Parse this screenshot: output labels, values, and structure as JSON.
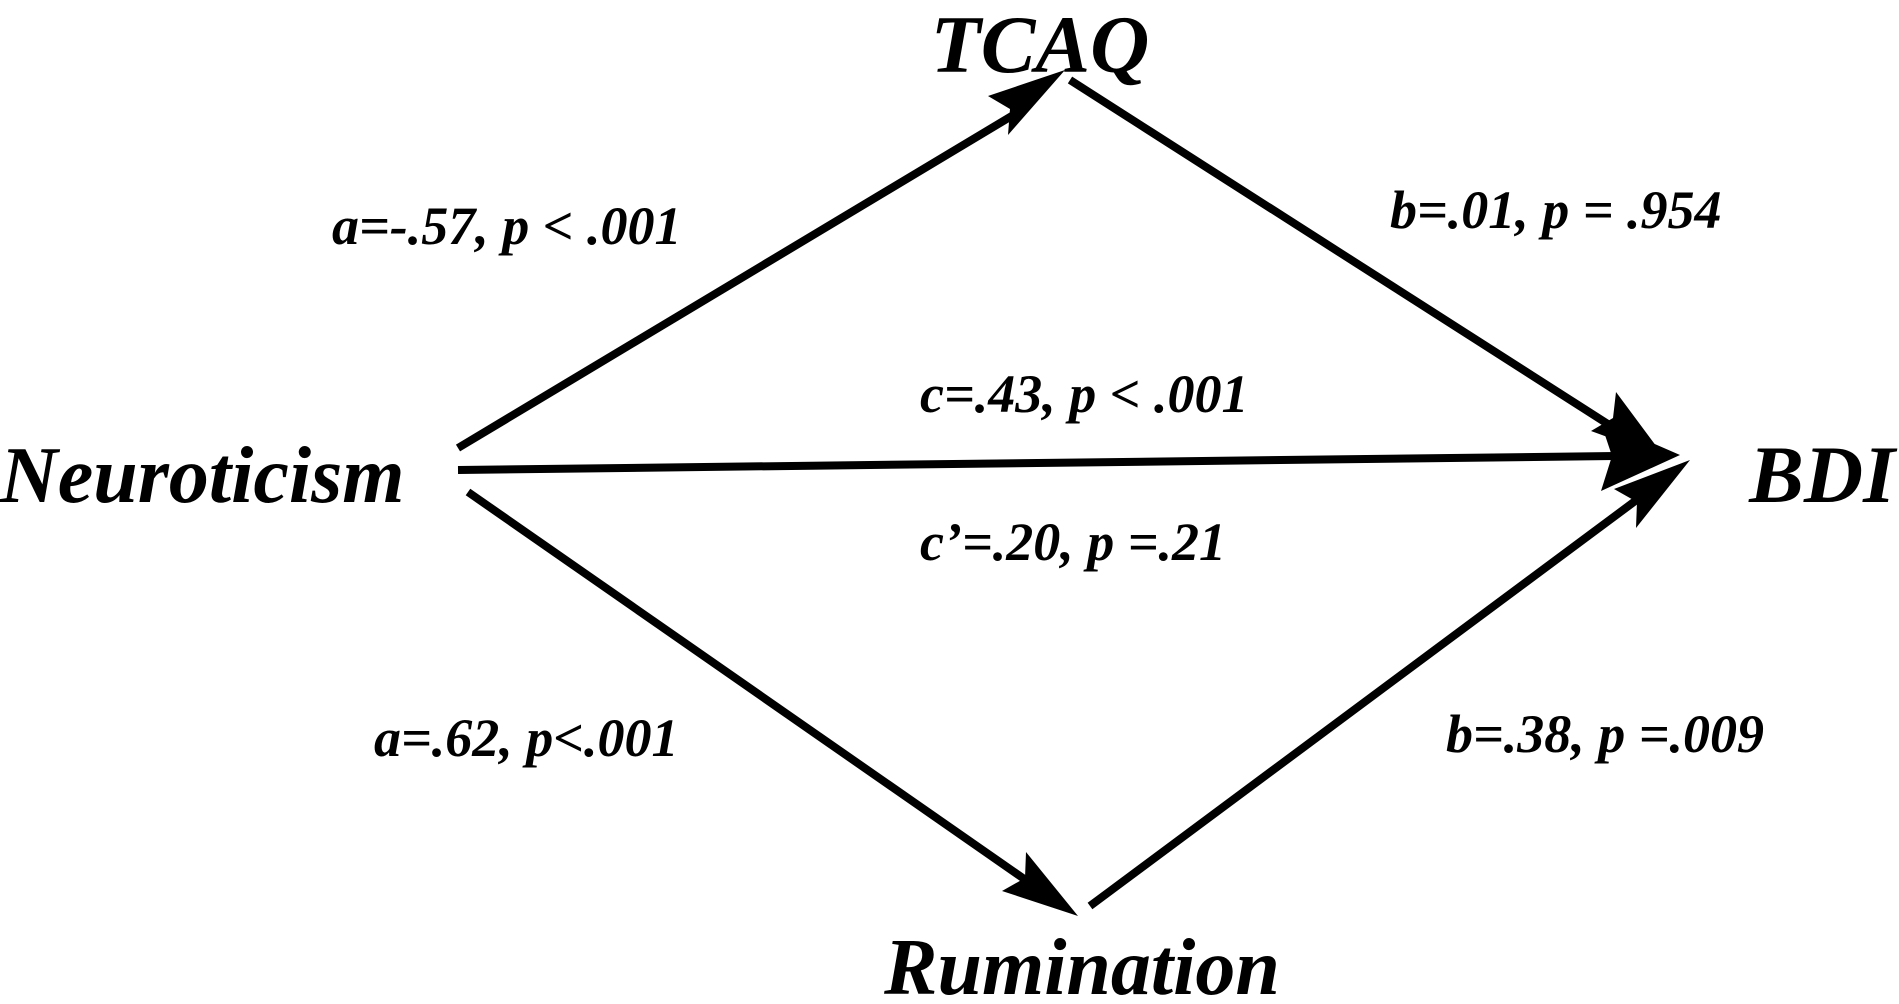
{
  "nodes": {
    "tcaq": "TCAQ",
    "neuroticism": "Neuroticism",
    "bdi": "BDI",
    "rumination": "Rumination"
  },
  "edges": {
    "neuroticism_tcaq": "a=-.57, p < .001",
    "tcaq_bdi": "b=.01, p = .954",
    "direct_total": "c=.43, p < .001",
    "direct_prime": "c’=.20, p =.21",
    "neuroticism_rumination": "a=.62, p<.001",
    "rumination_bdi": "b=.38, p =.009"
  },
  "colors": {
    "ink": "#000000",
    "background": "#ffffff"
  }
}
